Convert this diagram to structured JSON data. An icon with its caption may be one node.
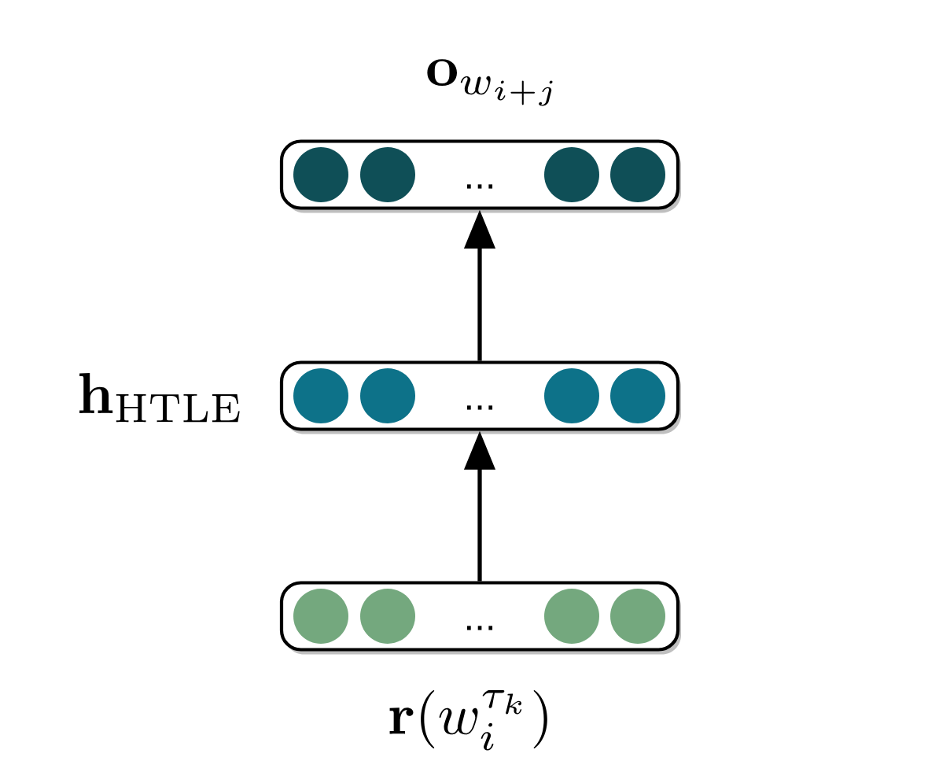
{
  "diagram": {
    "nodes": [
      {
        "text": [
          "\\mathbf{o}_{w_{i+j}}",
          "..."
        ]
      },
      {
        "text": [
          "\\mathbf{h}_{\\mathrm{HTLE}}",
          "..."
        ]
      },
      {
        "text": [
          "...",
          "\\mathbf{r}(w_i^{\\tau_k})"
        ]
      }
    ],
    "edges": [
      {
        "from": 2,
        "to": 1,
        "arrow": "to"
      },
      {
        "from": 1,
        "to": 0,
        "arrow": "to"
      }
    ]
  }
}
